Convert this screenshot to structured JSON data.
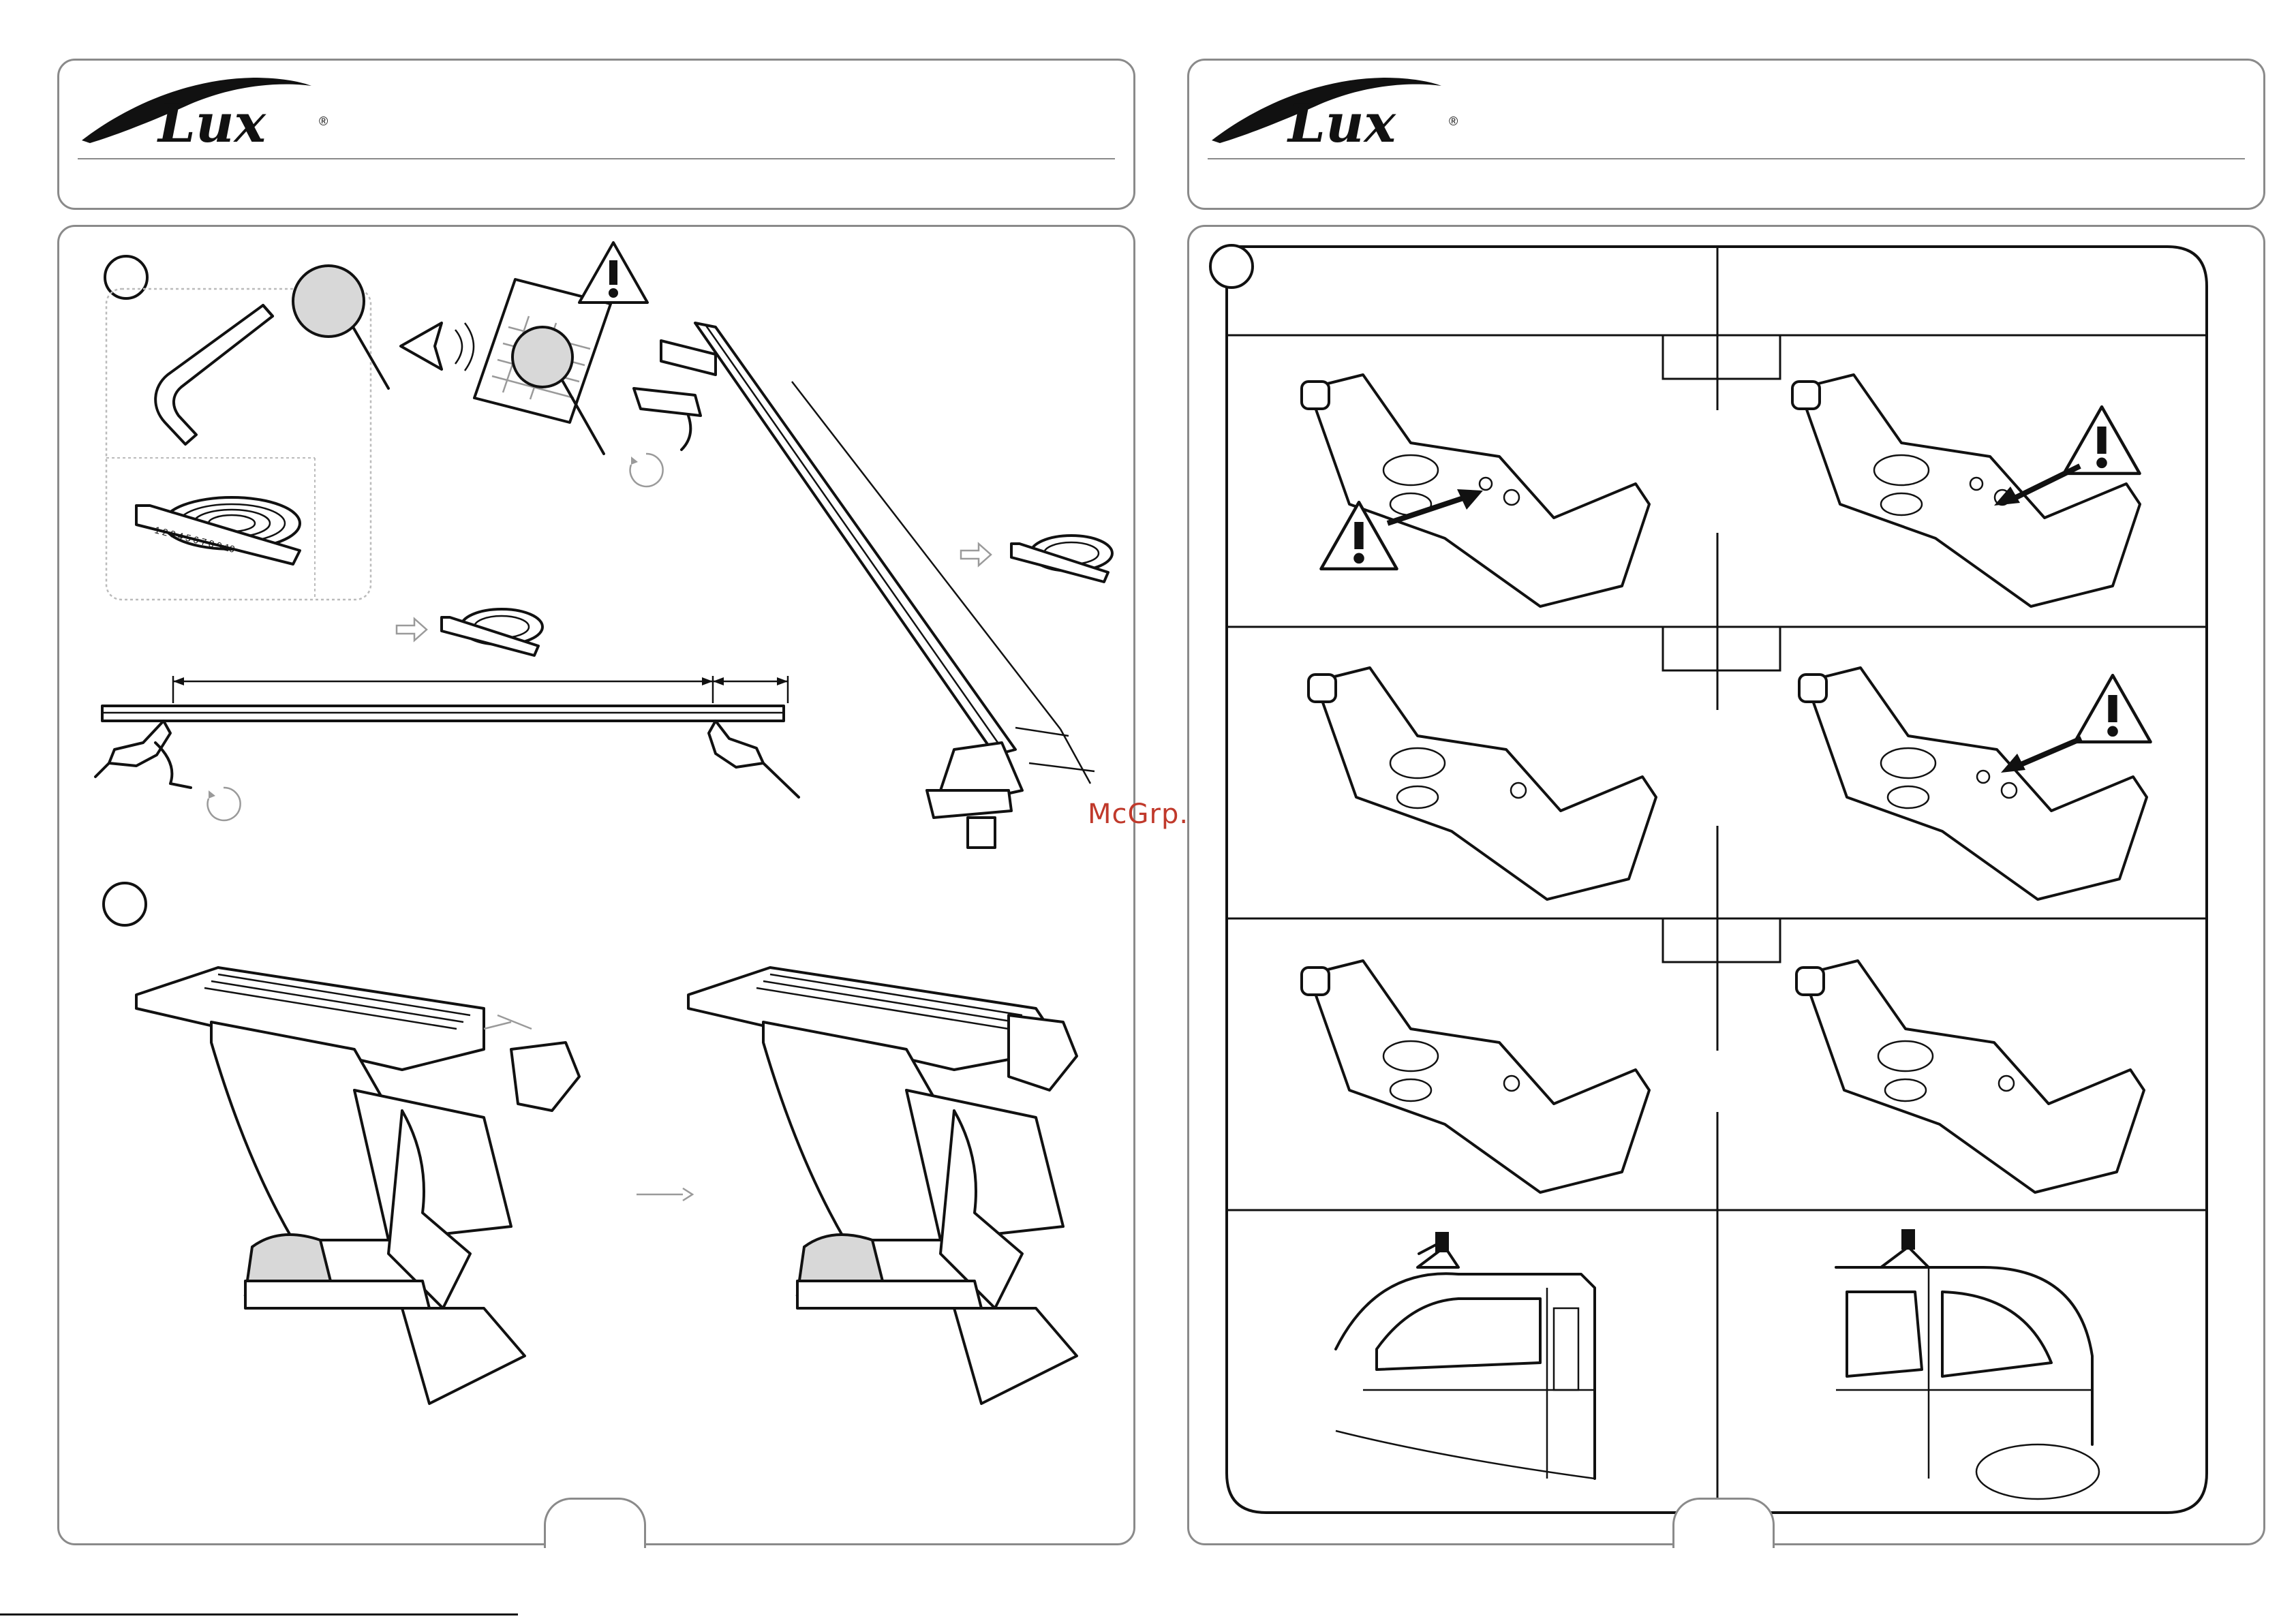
{
  "brand": {
    "logo_text": "Lux",
    "registered_mark": "®"
  },
  "watermark": "McGrp.Ru",
  "colors": {
    "frame": "#8a8a8a",
    "ink": "#111111",
    "watermark": "#c0392b"
  },
  "tape_scale": "1 2 3 4 5 6 7 8 9 10",
  "icons": [
    "allen-key-icon",
    "magnifier-icon",
    "eye-icon",
    "manual-icon",
    "warning-icon",
    "tape-measure-icon",
    "rotate-icon",
    "arrow-icon"
  ]
}
